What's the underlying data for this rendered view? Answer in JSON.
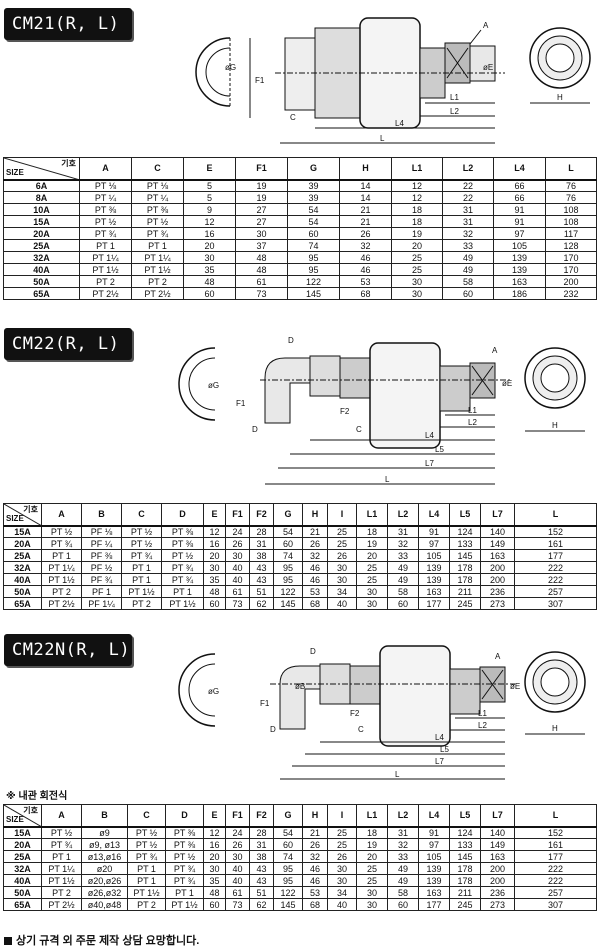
{
  "sections": [
    {
      "tag": "CM21(R, L)",
      "dims": [
        "A",
        "øG",
        "F1",
        "øE",
        "L1",
        "L2",
        "C",
        "L4",
        "L",
        "H"
      ],
      "header_corner": {
        "top": "기호",
        "bottom": "SIZE"
      },
      "columns": [
        "A",
        "C",
        "E",
        "F1",
        "G",
        "H",
        "L1",
        "L2",
        "L4",
        "L"
      ],
      "rows": [
        [
          "6A",
          "PT ⅛",
          "PT ⅛",
          "5",
          "19",
          "39",
          "14",
          "12",
          "22",
          "66",
          "76"
        ],
        [
          "8A",
          "PT ¼",
          "PT ¼",
          "5",
          "19",
          "39",
          "14",
          "12",
          "22",
          "66",
          "76"
        ],
        [
          "10A",
          "PT ⅜",
          "PT ⅜",
          "9",
          "27",
          "54",
          "21",
          "18",
          "31",
          "91",
          "108"
        ],
        [
          "15A",
          "PT ½",
          "PT ½",
          "12",
          "27",
          "54",
          "21",
          "18",
          "31",
          "91",
          "108"
        ],
        [
          "20A",
          "PT ¾",
          "PT ¾",
          "16",
          "30",
          "60",
          "26",
          "19",
          "32",
          "97",
          "117"
        ],
        [
          "25A",
          "PT 1",
          "PT 1",
          "20",
          "37",
          "74",
          "32",
          "20",
          "33",
          "105",
          "128"
        ],
        [
          "32A",
          "PT 1¼",
          "PT 1¼",
          "30",
          "48",
          "95",
          "46",
          "25",
          "49",
          "139",
          "170"
        ],
        [
          "40A",
          "PT 1½",
          "PT 1½",
          "35",
          "48",
          "95",
          "46",
          "25",
          "49",
          "139",
          "170"
        ],
        [
          "50A",
          "PT 2",
          "PT 2",
          "48",
          "61",
          "122",
          "53",
          "30",
          "58",
          "163",
          "200"
        ],
        [
          "65A",
          "PT 2½",
          "PT 2½",
          "60",
          "73",
          "145",
          "68",
          "30",
          "60",
          "186",
          "232"
        ]
      ]
    },
    {
      "tag": "CM22(R, L)",
      "dims": [
        "D",
        "A",
        "øG",
        "F1",
        "F2",
        "øE",
        "L1",
        "L2",
        "D",
        "C",
        "L4",
        "L5",
        "L7",
        "L",
        "H"
      ],
      "header_corner": {
        "top": "기호",
        "bottom": "SIZE"
      },
      "columns": [
        "A",
        "B",
        "C",
        "D",
        "E",
        "F1",
        "F2",
        "G",
        "H",
        "I",
        "L1",
        "L2",
        "L4",
        "L5",
        "L7",
        "L"
      ],
      "rows": [
        [
          "15A",
          "PT ½",
          "PF ⅛",
          "PT ½",
          "PT ⅜",
          "12",
          "24",
          "28",
          "54",
          "21",
          "25",
          "18",
          "31",
          "91",
          "124",
          "140",
          "152"
        ],
        [
          "20A",
          "PT ¾",
          "PF ¼",
          "PT ½",
          "PT ⅜",
          "16",
          "26",
          "31",
          "60",
          "26",
          "25",
          "19",
          "32",
          "97",
          "133",
          "149",
          "161"
        ],
        [
          "25A",
          "PT 1",
          "PF ⅜",
          "PT ¾",
          "PT ½",
          "20",
          "30",
          "38",
          "74",
          "32",
          "26",
          "20",
          "33",
          "105",
          "145",
          "163",
          "177"
        ],
        [
          "32A",
          "PT 1¼",
          "PF ½",
          "PT 1",
          "PT ¾",
          "30",
          "40",
          "43",
          "95",
          "46",
          "30",
          "25",
          "49",
          "139",
          "178",
          "200",
          "222"
        ],
        [
          "40A",
          "PT 1½",
          "PF ¾",
          "PT 1",
          "PT ¾",
          "35",
          "40",
          "43",
          "95",
          "46",
          "30",
          "25",
          "49",
          "139",
          "178",
          "200",
          "222"
        ],
        [
          "50A",
          "PT 2",
          "PF 1",
          "PT 1½",
          "PT 1",
          "48",
          "61",
          "51",
          "122",
          "53",
          "34",
          "30",
          "58",
          "163",
          "211",
          "236",
          "257"
        ],
        [
          "65A",
          "PT 2½",
          "PF 1¼",
          "PT 2",
          "PT 1½",
          "60",
          "73",
          "62",
          "145",
          "68",
          "40",
          "30",
          "60",
          "177",
          "245",
          "273",
          "307"
        ]
      ]
    },
    {
      "tag": "CM22N(R, L)",
      "dims": [
        "D",
        "A",
        "øG",
        "øB",
        "F1",
        "F2",
        "øE",
        "L1",
        "L2",
        "D",
        "C",
        "L4",
        "L5",
        "L7",
        "L",
        "H"
      ],
      "note": "※ 내관 회전식",
      "header_corner": {
        "top": "기호",
        "bottom": "SIZE"
      },
      "columns": [
        "A",
        "B",
        "C",
        "D",
        "E",
        "F1",
        "F2",
        "G",
        "H",
        "I",
        "L1",
        "L2",
        "L4",
        "L5",
        "L7",
        "L"
      ],
      "rows": [
        [
          "15A",
          "PT ½",
          "ø9",
          "PT ½",
          "PT ⅜",
          "12",
          "24",
          "28",
          "54",
          "21",
          "25",
          "18",
          "31",
          "91",
          "124",
          "140",
          "152"
        ],
        [
          "20A",
          "PT ¾",
          "ø9, ø13",
          "PT ½",
          "PT ⅜",
          "16",
          "26",
          "31",
          "60",
          "26",
          "25",
          "19",
          "32",
          "97",
          "133",
          "149",
          "161"
        ],
        [
          "25A",
          "PT 1",
          "ø13,ø16",
          "PT ¾",
          "PT ½",
          "20",
          "30",
          "38",
          "74",
          "32",
          "26",
          "20",
          "33",
          "105",
          "145",
          "163",
          "177"
        ],
        [
          "32A",
          "PT 1¼",
          "ø20",
          "PT 1",
          "PT ¾",
          "30",
          "40",
          "43",
          "95",
          "46",
          "30",
          "25",
          "49",
          "139",
          "178",
          "200",
          "222"
        ],
        [
          "40A",
          "PT 1½",
          "ø20,ø26",
          "PT 1",
          "PT ¾",
          "35",
          "40",
          "43",
          "95",
          "46",
          "30",
          "25",
          "49",
          "139",
          "178",
          "200",
          "222"
        ],
        [
          "50A",
          "PT 2",
          "ø26,ø32",
          "PT 1½",
          "PT 1",
          "48",
          "61",
          "51",
          "122",
          "53",
          "34",
          "30",
          "58",
          "163",
          "211",
          "236",
          "257"
        ],
        [
          "65A",
          "PT 2½",
          "ø40,ø48",
          "PT 2",
          "PT 1½",
          "60",
          "73",
          "62",
          "145",
          "68",
          "40",
          "30",
          "60",
          "177",
          "245",
          "273",
          "307"
        ]
      ]
    }
  ],
  "footer": "상기 규격 외 주문 제작 상담 요망합니다."
}
